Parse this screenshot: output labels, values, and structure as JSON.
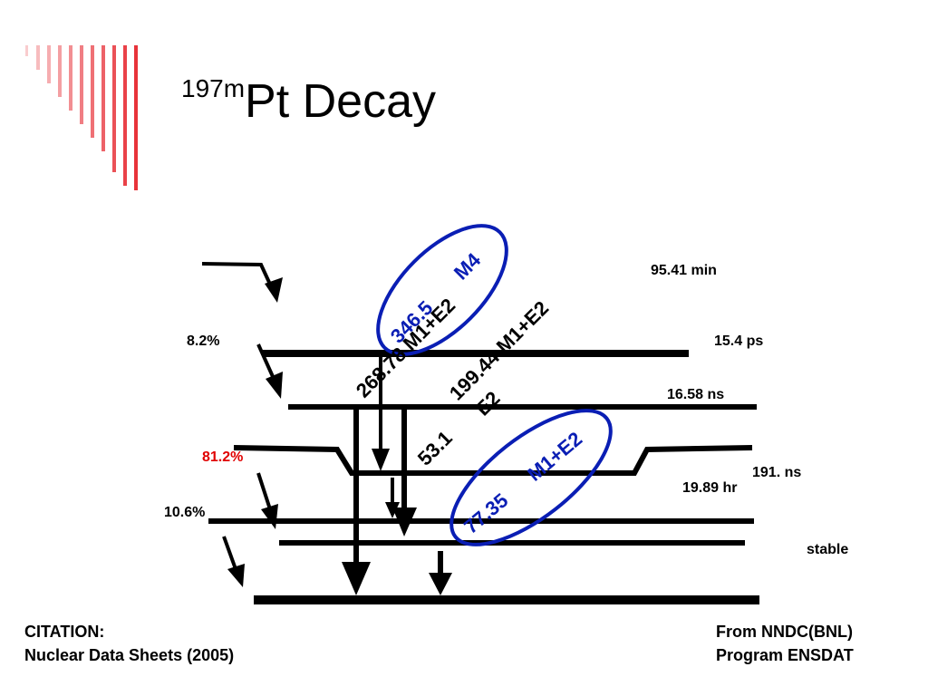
{
  "slide": {
    "title_sup": "197m",
    "title_main": "Pt Decay",
    "accent_color": "#e8333a"
  },
  "levels": {
    "half_life_1": "95.41 min",
    "half_life_2": "15.4 ps",
    "half_life_3": "16.58 ns",
    "half_life_4": "191. ns",
    "half_life_5": "19.89 hr",
    "half_life_6": "stable"
  },
  "branches": {
    "b1": "8.2%",
    "b2": "81.2%",
    "b3": "10.6%",
    "b2_color": "#e00000"
  },
  "transitions": {
    "t1_energy": "346.5",
    "t1_type": "M4",
    "t2_text": "268.78 M1+E2",
    "t3_line1": "199.44 M1+E2",
    "t3_line2": "E2",
    "t4_text": "53.1",
    "t5_energy": "77.35",
    "t5_type": "M1+E2",
    "highlight_color": "#0a1eb4"
  },
  "footer": {
    "citation_label": "CITATION:",
    "citation_source": "Nuclear Data Sheets (2005)",
    "from_line": "From NNDC(BNL)",
    "program_line": "Program ENSDAT"
  }
}
